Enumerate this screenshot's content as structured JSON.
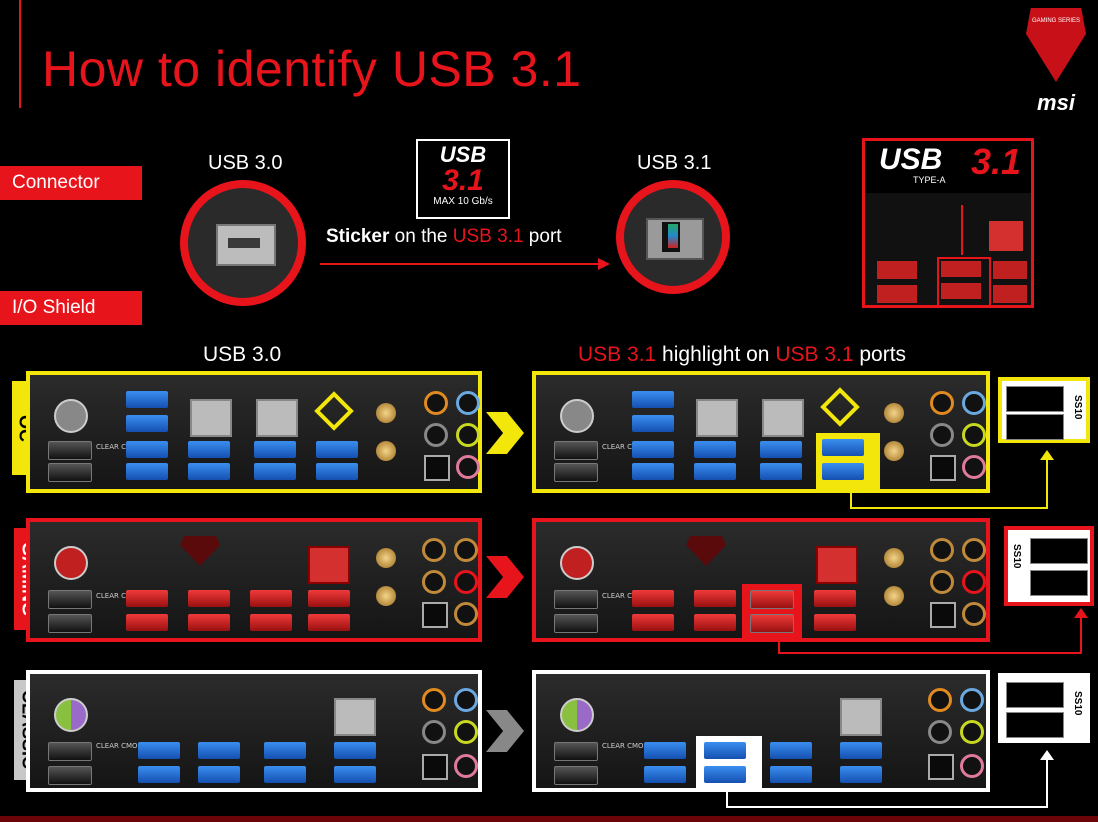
{
  "title": "How to identify USB 3.1",
  "brand": {
    "series": "GAMING SERIES",
    "logo": "msi"
  },
  "tags": {
    "connector": "Connector",
    "io_shield": "I/O Shield"
  },
  "connector": {
    "usb30_label": "USB 3.0",
    "usb31_label": "USB 3.1",
    "sticker": {
      "line1": "USB",
      "line2": "3.1",
      "line3": "MAX 10 Gb/s"
    },
    "caption": {
      "bold": "Sticker",
      "mid": " on the ",
      "red": "USB 3.1",
      "end": " port"
    },
    "badge": {
      "text1": "USB",
      "text2": "3.1",
      "sub": "TYPE-A"
    }
  },
  "io": {
    "left_header": "USB 3.0",
    "right_header": {
      "p1": "USB 3.1",
      "p2": " highlight on ",
      "p3": "USB 3.1",
      "p4": " ports"
    },
    "rows": [
      {
        "name": "OC",
        "color": "#f2e60a"
      },
      {
        "name": "GAMING",
        "color": "#e8141c"
      },
      {
        "name": "CLASSIC",
        "color": "#ffffff"
      }
    ],
    "clear_cmos": "CLEAR CMOS",
    "ss_label": "SS",
    "ss10": "10"
  },
  "colors": {
    "accent": "#e8141c",
    "oc": "#f2e60a",
    "classic": "#ffffff",
    "usb_blue": "#2f7de0"
  }
}
